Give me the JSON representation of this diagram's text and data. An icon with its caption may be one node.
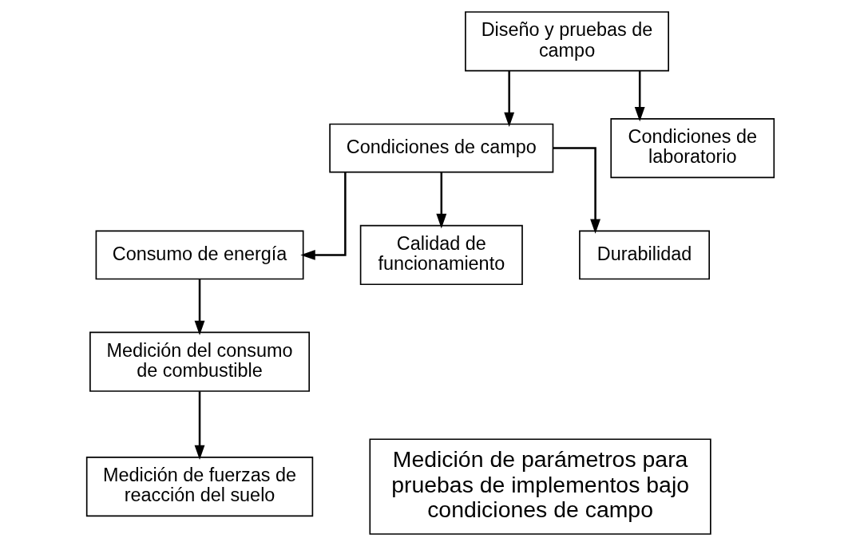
{
  "diagram": {
    "nodes": [
      {
        "text": [
          "Diseño y pruebas de campo"
        ]
      },
      {
        "text": [
          "Condiciones de campo"
        ]
      },
      {
        "text": [
          "Condiciones de laboratorio"
        ]
      },
      {
        "text": [
          "Consumo de energía"
        ]
      },
      {
        "text": [
          "Calidad de funcionamiento"
        ]
      },
      {
        "text": [
          "Durabilidad"
        ]
      },
      {
        "text": [
          "Medición del consumo de combustible"
        ]
      },
      {
        "text": [
          "Medición de fuerzas de reacción del suelo"
        ]
      },
      {
        "text": [
          "Medición de parámetros para pruebas de implementos bajo condiciones de campo"
        ]
      }
    ],
    "edges": [
      {
        "from": 0,
        "to": 1,
        "arrow": "to"
      },
      {
        "from": 0,
        "to": 2,
        "arrow": "to"
      },
      {
        "from": 1,
        "to": 3,
        "arrow": "to"
      },
      {
        "from": 1,
        "to": 4,
        "arrow": "to"
      },
      {
        "from": 1,
        "to": 5,
        "arrow": "to"
      },
      {
        "from": 3,
        "to": 6,
        "arrow": "to"
      },
      {
        "from": 6,
        "to": 7,
        "arrow": "to"
      }
    ]
  }
}
